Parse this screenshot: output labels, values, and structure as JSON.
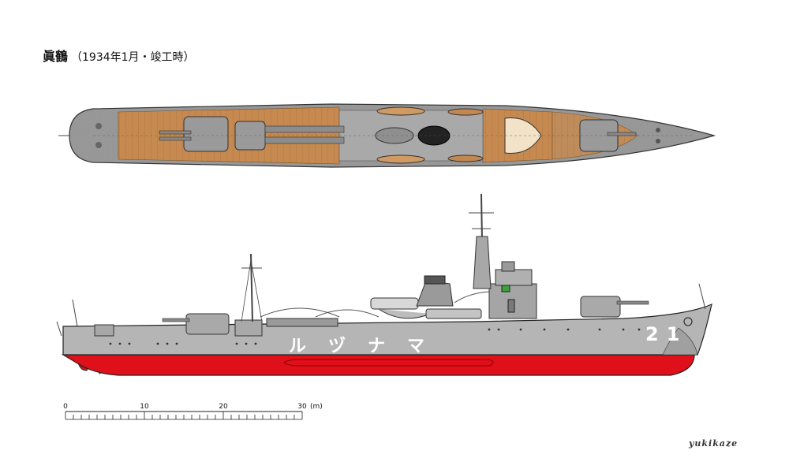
{
  "title": {
    "name": "眞鶴",
    "subtitle": "（1934年1月・竣工時）"
  },
  "hull_markings": {
    "name_katakana": "ルヅナマ",
    "pennant_number": "21"
  },
  "scale_bar": {
    "ticks": [
      "0",
      "10",
      "20",
      "30"
    ],
    "unit": "(m)"
  },
  "signature": "yukikaze",
  "colors": {
    "hull_gray": "#b5b5b5",
    "hull_red": "#e0101a",
    "deck_wood": "#c68a50",
    "deck_gray": "#a8a8a8",
    "outline": "#222222"
  }
}
